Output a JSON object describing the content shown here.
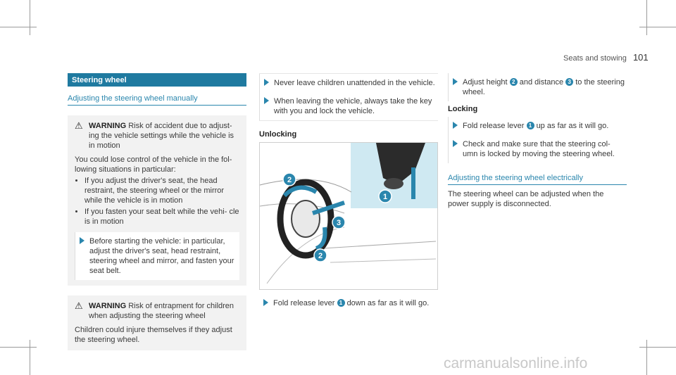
{
  "header": {
    "section": "Seats and stowing",
    "page": "101"
  },
  "col1": {
    "section_title": "Steering wheel",
    "subsection_title": "Adjusting the steering wheel manually",
    "warning1": {
      "label": "WARNING",
      "title": "Risk of accident due to adjust- ing the vehicle settings while the vehicle is in motion",
      "body": "You could lose control of the vehicle in the fol- lowing situations in particular:",
      "bullets": [
        "If you adjust the driver's seat, the head restraint, the steering wheel or the mirror while the vehicle is in motion",
        "If you fasten your seat belt while the vehi- cle is in motion"
      ],
      "instruction": "Before starting the vehicle: in particular, adjust the driver's seat, head restraint, steering wheel and mirror, and fasten your seat belt."
    },
    "warning2": {
      "label": "WARNING",
      "title": "Risk of entrapment for children when adjusting the steering wheel",
      "body": "Children could injure themselves if they adjust the steering wheel."
    }
  },
  "col2": {
    "instructions": [
      "Never leave children unattended in the vehicle.",
      "When leaving the vehicle, always take the key with you and lock the vehicle."
    ],
    "unlocking_title": "Unlocking",
    "step_pre": "Fold release lever",
    "step_num": "1",
    "step_post": "down as far as it will go.",
    "illustration": {
      "labels": [
        "2",
        "1",
        "3",
        "2"
      ]
    }
  },
  "col3": {
    "step1_pre": "Adjust height",
    "step1_num_a": "2",
    "step1_mid": "and distance",
    "step1_num_b": "3",
    "step1_post": "to the steering wheel.",
    "locking_title": "Locking",
    "step2_pre": "Fold release lever",
    "step2_num": "1",
    "step2_post": "up as far as it will go.",
    "step3": "Check and make sure that the steering col- umn is locked by moving the steering wheel.",
    "subsection_title": "Adjusting the steering wheel electrically",
    "body": "The steering wheel can be adjusted when the power supply is disconnected."
  },
  "watermark": "carmanualsonline.info",
  "colors": {
    "accent": "#1f7aa0",
    "link": "#2a86ad",
    "inset": "#cfe9f2"
  }
}
